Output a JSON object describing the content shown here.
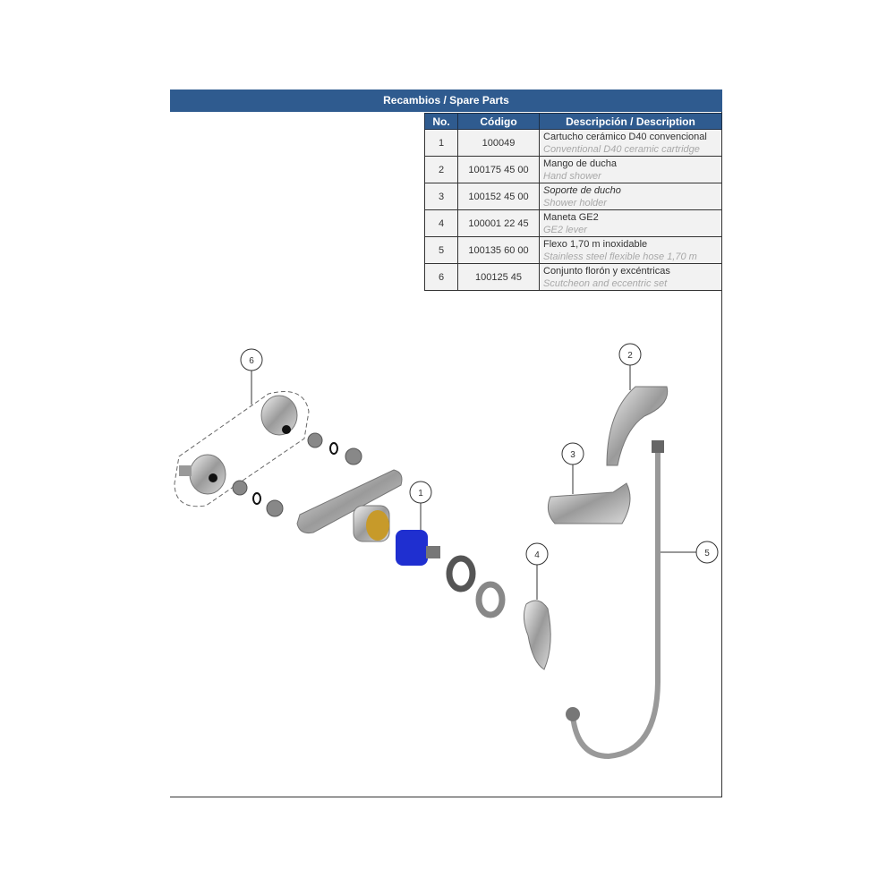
{
  "title": "Recambios / Spare Parts",
  "columns": {
    "no": "No.",
    "code": "Código",
    "desc": "Descripción / Description"
  },
  "rows": [
    {
      "no": "1",
      "code": "100049",
      "es": "Cartucho cerámico D40 convencional",
      "en": "Conventional D40 ceramic cartridge"
    },
    {
      "no": "2",
      "code": "100175 45 00",
      "es": "Mango de ducha",
      "en": "Hand shower"
    },
    {
      "no": "3",
      "code": "100152 45 00",
      "es": "Soporte de ducho",
      "en": "Shower holder"
    },
    {
      "no": "4",
      "code": "100001 22 45",
      "es": "Maneta GE2",
      "en": "GE2 lever"
    },
    {
      "no": "5",
      "code": "100135 60 00",
      "es": "Flexo 1,70 m inoxidable",
      "en": "Stainless steel flexible hose 1,70 m"
    },
    {
      "no": "6",
      "code": "100125 45",
      "es": "Conjunto florón y excéntricas",
      "en": "Scutcheon and eccentric set"
    }
  ],
  "callouts": [
    "1",
    "2",
    "3",
    "4",
    "5",
    "6"
  ],
  "colors": {
    "header": "#2f5b8f",
    "cell": "#f2f2f2",
    "cartridge": "#1f2fd0"
  }
}
